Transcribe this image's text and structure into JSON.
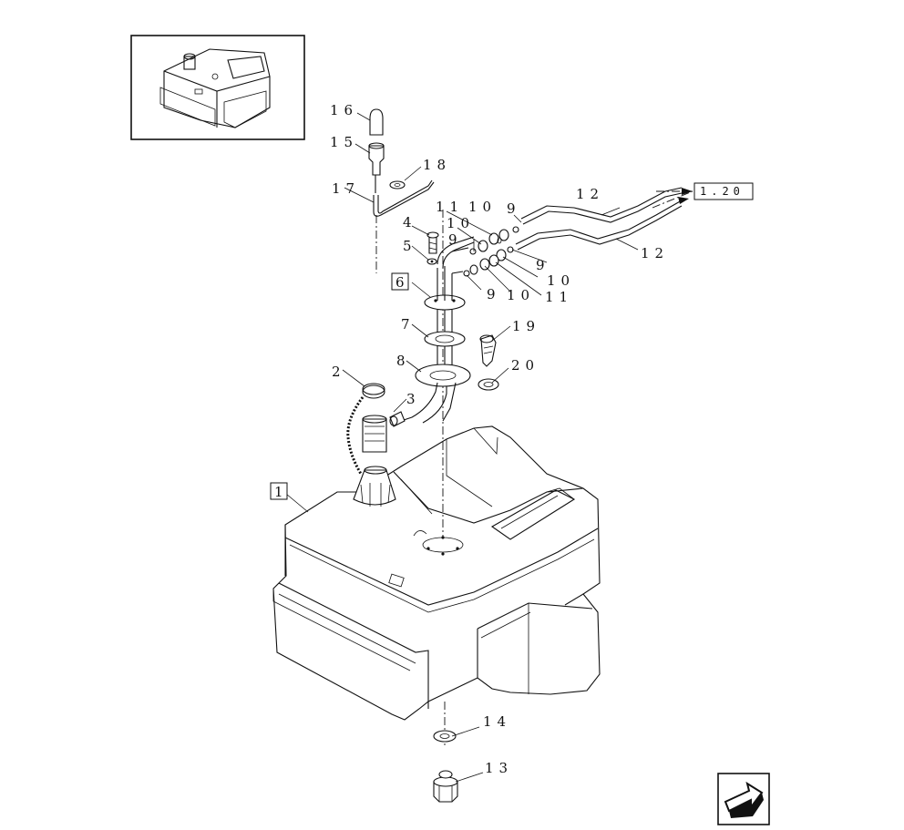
{
  "callouts": {
    "c1": "1",
    "c2": "2",
    "c3": "3",
    "c4": "4",
    "c5": "5",
    "c6": "6",
    "c7": "7",
    "c8": "8",
    "c9a": "9",
    "c9b": "9",
    "c9c": "9",
    "c9d": "9",
    "c10a": "10",
    "c10b": "10",
    "c10c": "10",
    "c10d": "10",
    "c11a": "11",
    "c11b": "11",
    "c12a": "12",
    "c12b": "12",
    "c13": "13",
    "c14": "14",
    "c15": "15",
    "c16": "16",
    "c17": "17",
    "c18": "18",
    "c19": "19",
    "c20": "20"
  },
  "reference_box": "1.20",
  "icons": {
    "thumbnail": "fuel-tank-thumbnail-icon",
    "navigation": "next-page-arrow-icon"
  }
}
